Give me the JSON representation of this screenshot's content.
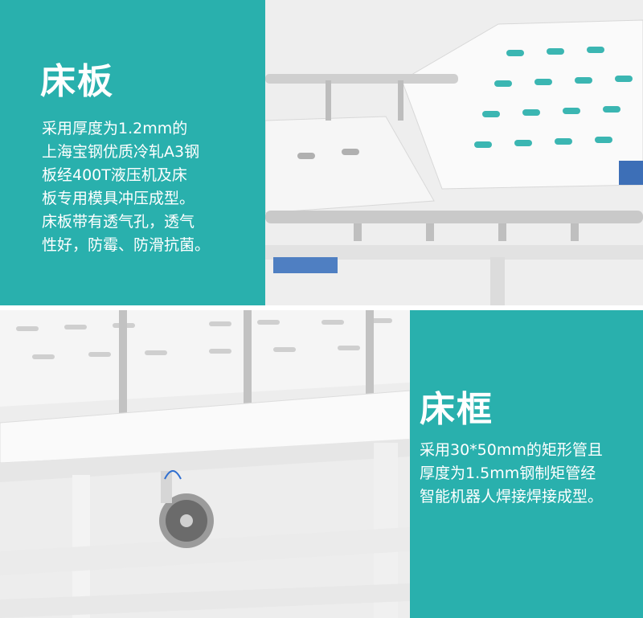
{
  "section1": {
    "title": "床板",
    "lines": [
      "采用厚度为1.2mm的",
      "上海宝钢优质冷轧A3钢",
      "板经400T液压机及床",
      "板专用模具冲压成型。",
      "床板带有透气孔，透气",
      "性好，防霉、防滑抗菌。"
    ]
  },
  "section2": {
    "title": "床框",
    "lines": [
      "采用30*50mm的矩形管且",
      "厚度为1.5mm钢制矩管经",
      "智能机器人焊接焊接成型。"
    ]
  },
  "colors": {
    "teal_background": "#29b0ad",
    "white": "#ffffff",
    "panel": "#f2f2f2"
  }
}
